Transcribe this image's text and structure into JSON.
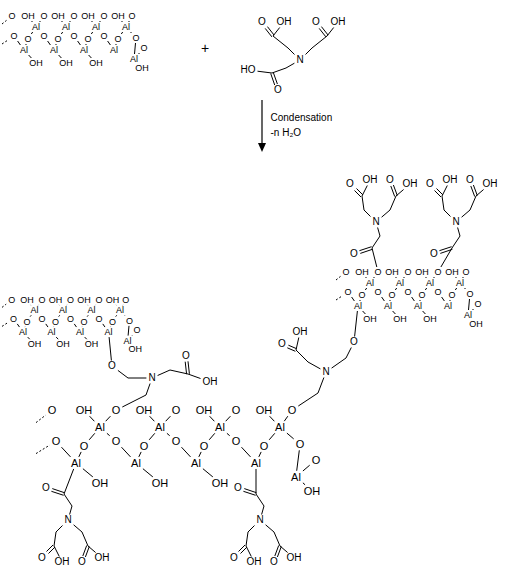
{
  "diagram": {
    "labels": [
      "O",
      "OH",
      "O",
      "OH",
      "O",
      "OH",
      "O",
      "OH",
      "O",
      "Al",
      "Al",
      "Al",
      "Al",
      "O",
      "O",
      "O",
      "O",
      "O",
      "O",
      "O",
      "O",
      "O",
      "Al",
      "Al",
      "Al",
      "Al",
      "O",
      "Al",
      "OH",
      "OH",
      "OH",
      "OH",
      "+",
      "O",
      "OH",
      "O",
      "OH",
      "N",
      "HO",
      "O",
      "Condensation",
      "-n H₂O",
      "O",
      "OH",
      "O",
      "OH",
      "O",
      "OH",
      "O",
      "OH",
      "O",
      "Al",
      "Al",
      "Al",
      "Al",
      "O",
      "O",
      "O",
      "O",
      "O",
      "O",
      "O",
      "O",
      "O",
      "Al",
      "Al",
      "Al",
      "Al",
      "O",
      "Al",
      "OH",
      "OH",
      "OH",
      "OH",
      "O",
      "OH",
      "O",
      "OH",
      "O",
      "OH",
      "O",
      "OH",
      "O",
      "Al",
      "Al",
      "Al",
      "Al",
      "O",
      "O",
      "O",
      "O",
      "O",
      "O",
      "O",
      "O",
      "O",
      "Al",
      "Al",
      "Al",
      "Al",
      "O",
      "Al",
      "OH",
      "OH",
      "OH",
      "OH",
      "O",
      "OH",
      "O",
      "OH",
      "O",
      "OH",
      "O",
      "OH",
      "O",
      "Al",
      "Al",
      "Al",
      "Al",
      "O",
      "O",
      "O",
      "O",
      "O",
      "O",
      "O",
      "O",
      "O",
      "Al",
      "Al",
      "Al",
      "Al",
      "O",
      "Al",
      "OH",
      "OH",
      "OH",
      "OH",
      "O",
      "N",
      "O",
      "OH",
      "O",
      "N",
      "O",
      "OH",
      "O",
      "N",
      "O",
      "OH",
      "O",
      "OH",
      "O",
      "N",
      "O",
      "OH",
      "O",
      "OH",
      "O",
      "N",
      "O",
      "OH",
      "O",
      "OH",
      "O",
      "N",
      "O",
      "OH",
      "O",
      "OH"
    ]
  }
}
